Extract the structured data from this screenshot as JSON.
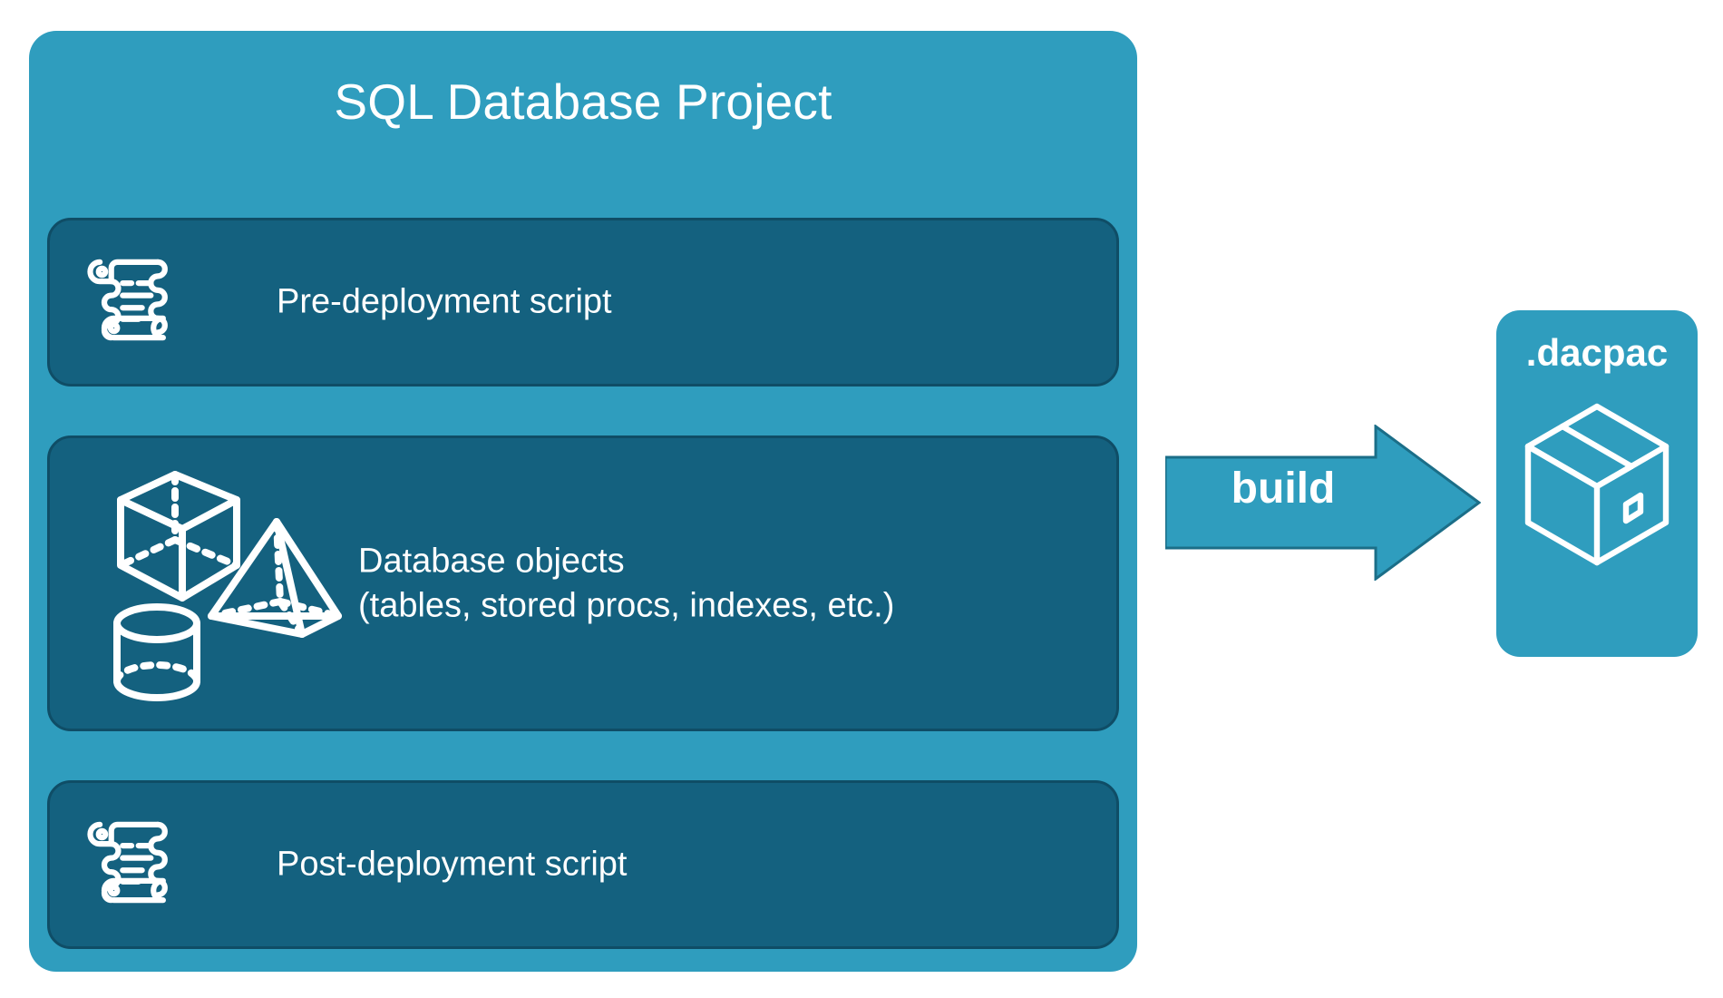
{
  "diagram": {
    "title": "SQL Database Project build to dacpac",
    "background_color": "#ffffff",
    "accent_color": "#2f9dbe",
    "card_color": "#14617f",
    "card_border_color": "#0f4d66",
    "text_color": "#ffffff"
  },
  "project_panel": {
    "title": "SQL Database Project",
    "cards": [
      {
        "id": "pre-deployment",
        "label": "Pre-deployment script",
        "icon": "scroll-icon"
      },
      {
        "id": "database-objects",
        "label": "Database objects\n(tables, stored procs, indexes, etc.)",
        "icon": "three-d-shapes-icon"
      },
      {
        "id": "post-deployment",
        "label": "Post-deployment script",
        "icon": "scroll-icon"
      }
    ]
  },
  "arrow": {
    "label": "build",
    "direction": "right",
    "fill_color": "#2f9dbe",
    "stroke_color": "#1b6e88"
  },
  "output_panel": {
    "title": ".dacpac",
    "icon": "package-box-icon"
  }
}
